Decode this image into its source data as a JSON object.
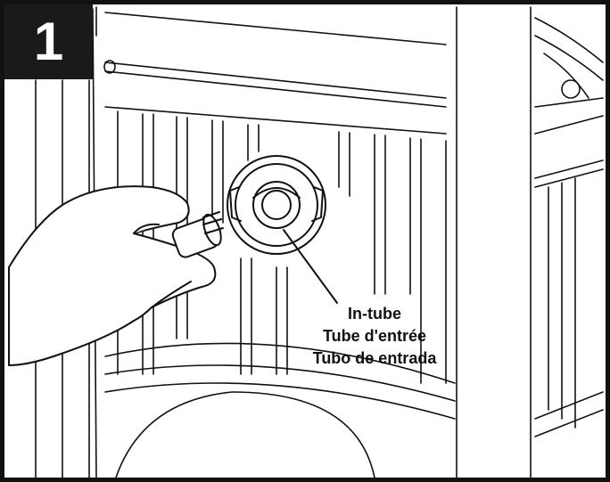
{
  "step_number": "1",
  "callout": {
    "lines": [
      "In-tube",
      "Tube d'entrée",
      "Tubo de entrada"
    ]
  },
  "colors": {
    "ink": "#111111",
    "badge": "#1a1a1a",
    "paper": "#ffffff"
  }
}
